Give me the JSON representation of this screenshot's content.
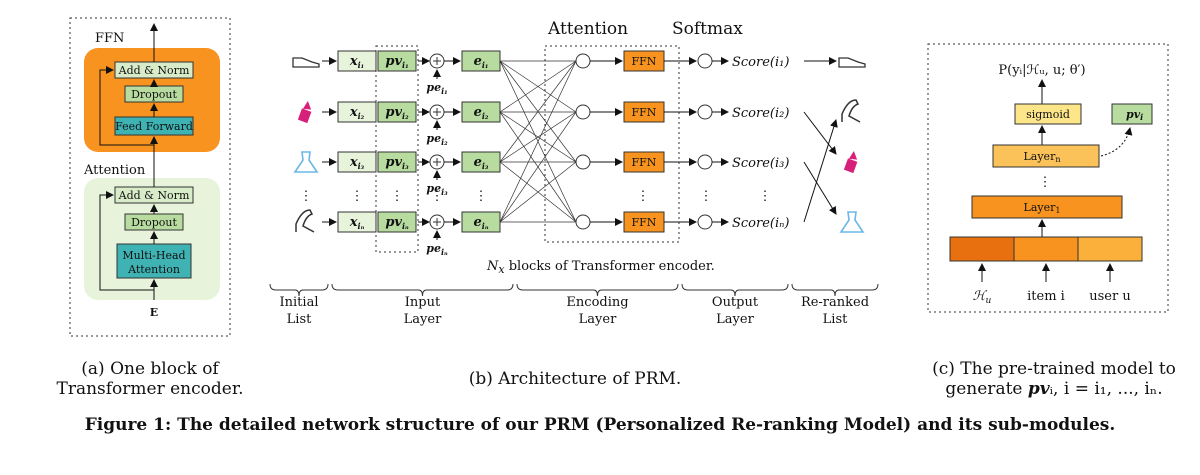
{
  "panel_a": {
    "ffn_label": "FFN",
    "attention_label": "Attention",
    "add_norm_top": "Add & Norm",
    "dropout_top": "Dropout",
    "feed_forward": "Feed Forward",
    "add_norm_bottom": "Add & Norm",
    "dropout_bottom": "Dropout",
    "multi_head_1": "Multi-Head",
    "multi_head_2": "Attention",
    "input_e": "E",
    "caption_1": "(a) One block of",
    "caption_2": "Transformer encoder."
  },
  "panel_b": {
    "attention_header": "Attention",
    "softmax_header": "Softmax",
    "rows": [
      {
        "x": "x",
        "x_sub": "i₁",
        "pv": "pv",
        "pv_sub": "i₁",
        "pe": "pe",
        "pe_sub": "i₁",
        "e": "e",
        "e_sub": "i₁",
        "ffn": "FFN",
        "score": "Score(i₁)"
      },
      {
        "x": "x",
        "x_sub": "i₂",
        "pv": "pv",
        "pv_sub": "i₂",
        "pe": "pe",
        "pe_sub": "i₂",
        "e": "e",
        "e_sub": "i₂",
        "ffn": "FFN",
        "score": "Score(i₂)"
      },
      {
        "x": "x",
        "x_sub": "i₃",
        "pv": "pv",
        "pv_sub": "i₃",
        "pe": "pe",
        "pe_sub": "i₃",
        "e": "e",
        "e_sub": "i₃",
        "ffn": "FFN",
        "score": "Score(i₃)"
      },
      {
        "x": "x",
        "x_sub": "iₙ",
        "pv": "pv",
        "pv_sub": "iₙ",
        "pe": "pe",
        "pe_sub": "iₙ",
        "e": "e",
        "e_sub": "iₙ",
        "ffn": "FFN",
        "score": "Score(iₙ)"
      }
    ],
    "ellipsis": "⋮",
    "nx_label": "N",
    "nx_sub": "x",
    "nx_rest": " blocks of Transformer encoder.",
    "stages": [
      {
        "line1": "Initial",
        "line2": "List"
      },
      {
        "line1": "Input",
        "line2": "Layer"
      },
      {
        "line1": "Encoding",
        "line2": "Layer"
      },
      {
        "line1": "Output",
        "line2": "Layer"
      },
      {
        "line1": "Re-ranked",
        "line2": "List"
      }
    ],
    "caption": "(b) Architecture of PRM.",
    "icons_initial": [
      "shoe-icon",
      "lipstick-icon",
      "dress-icon",
      "high-heel-icon"
    ],
    "icons_reranked": [
      "shoe-icon",
      "high-heel-icon",
      "lipstick-icon",
      "dress-icon"
    ]
  },
  "panel_c": {
    "prob": "P(yᵢ|ℋᵤ, u; θ′)",
    "sigmoid": "sigmoid",
    "pv_label": "pv",
    "pv_sub": "i",
    "layer_n": "Layer",
    "layer_n_sub": "n",
    "layer_1": "Layer",
    "layer_1_sub": "1",
    "ellipsis": "⋮",
    "input_hu": "ℋ",
    "input_hu_sub": "u",
    "input_item": "item i",
    "input_user": "user u",
    "caption_1": "(c) The pre-trained model to",
    "caption_2_a": "generate ",
    "caption_2_pv": "pv",
    "caption_2_b": "ᵢ, i = i₁, ..., iₙ."
  },
  "figure_caption": "Figure 1: The detailed network structure of our PRM (Personalized Re-ranking Model) and its sub-modules.",
  "colors": {
    "orange_bg": "#f7931e",
    "green_bg": "#e8f3dc",
    "teal": "#3fb3b3",
    "light_green": "#d9ecc9",
    "mid_green": "#b8dca0",
    "ffn_orange": "#f7931e",
    "yellow": "#fdd66a",
    "dark_orange": "#e87a12",
    "lipstick": "#d6207a",
    "dress": "#6ab7e8"
  }
}
